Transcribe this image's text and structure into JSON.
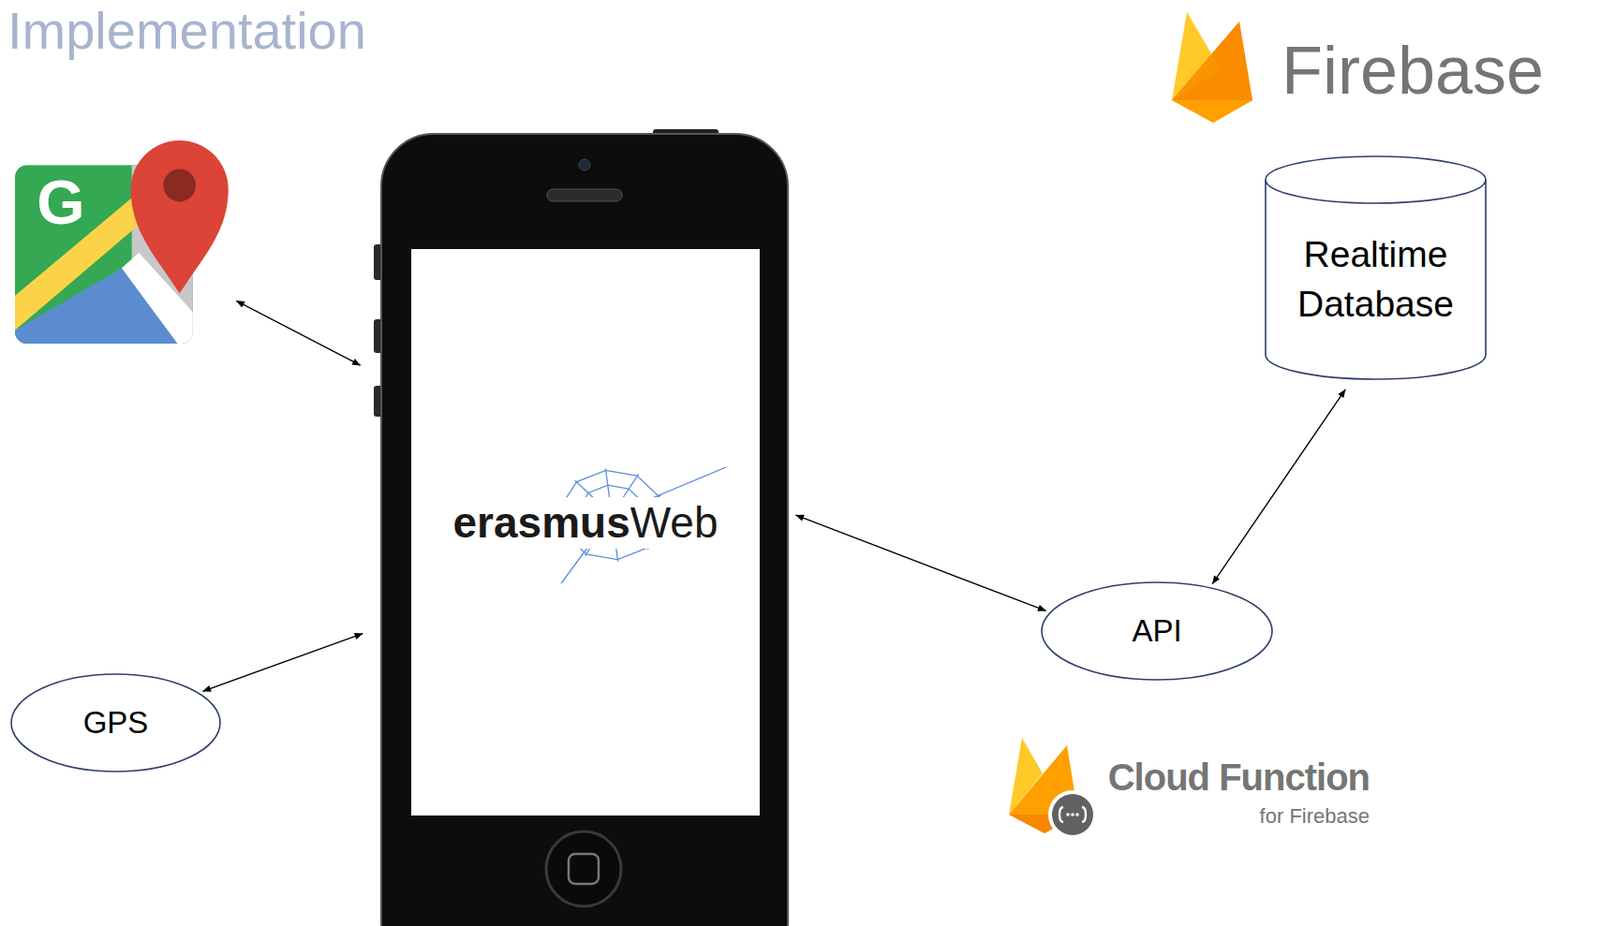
{
  "diagram": {
    "nodes": [
      {
        "text": [
          "G"
        ]
      },
      {
        "text": [
          "Realtime Database"
        ]
      },
      {
        "text": [
          "erasmus",
          "Web"
        ]
      },
      {
        "text": [
          "API"
        ]
      },
      {
        "text": [
          "GPS"
        ]
      }
    ],
    "edges": [
      {
        "from": 0,
        "to": 2,
        "arrow": "both"
      },
      {
        "from": 4,
        "to": 2,
        "arrow": "both"
      },
      {
        "from": 2,
        "to": 3,
        "arrow": "both"
      },
      {
        "from": 3,
        "to": 1,
        "arrow": "both"
      }
    ],
    "labels": [
      "Implementation",
      "Firebase",
      "Cloud Function",
      "for Firebase"
    ]
  }
}
